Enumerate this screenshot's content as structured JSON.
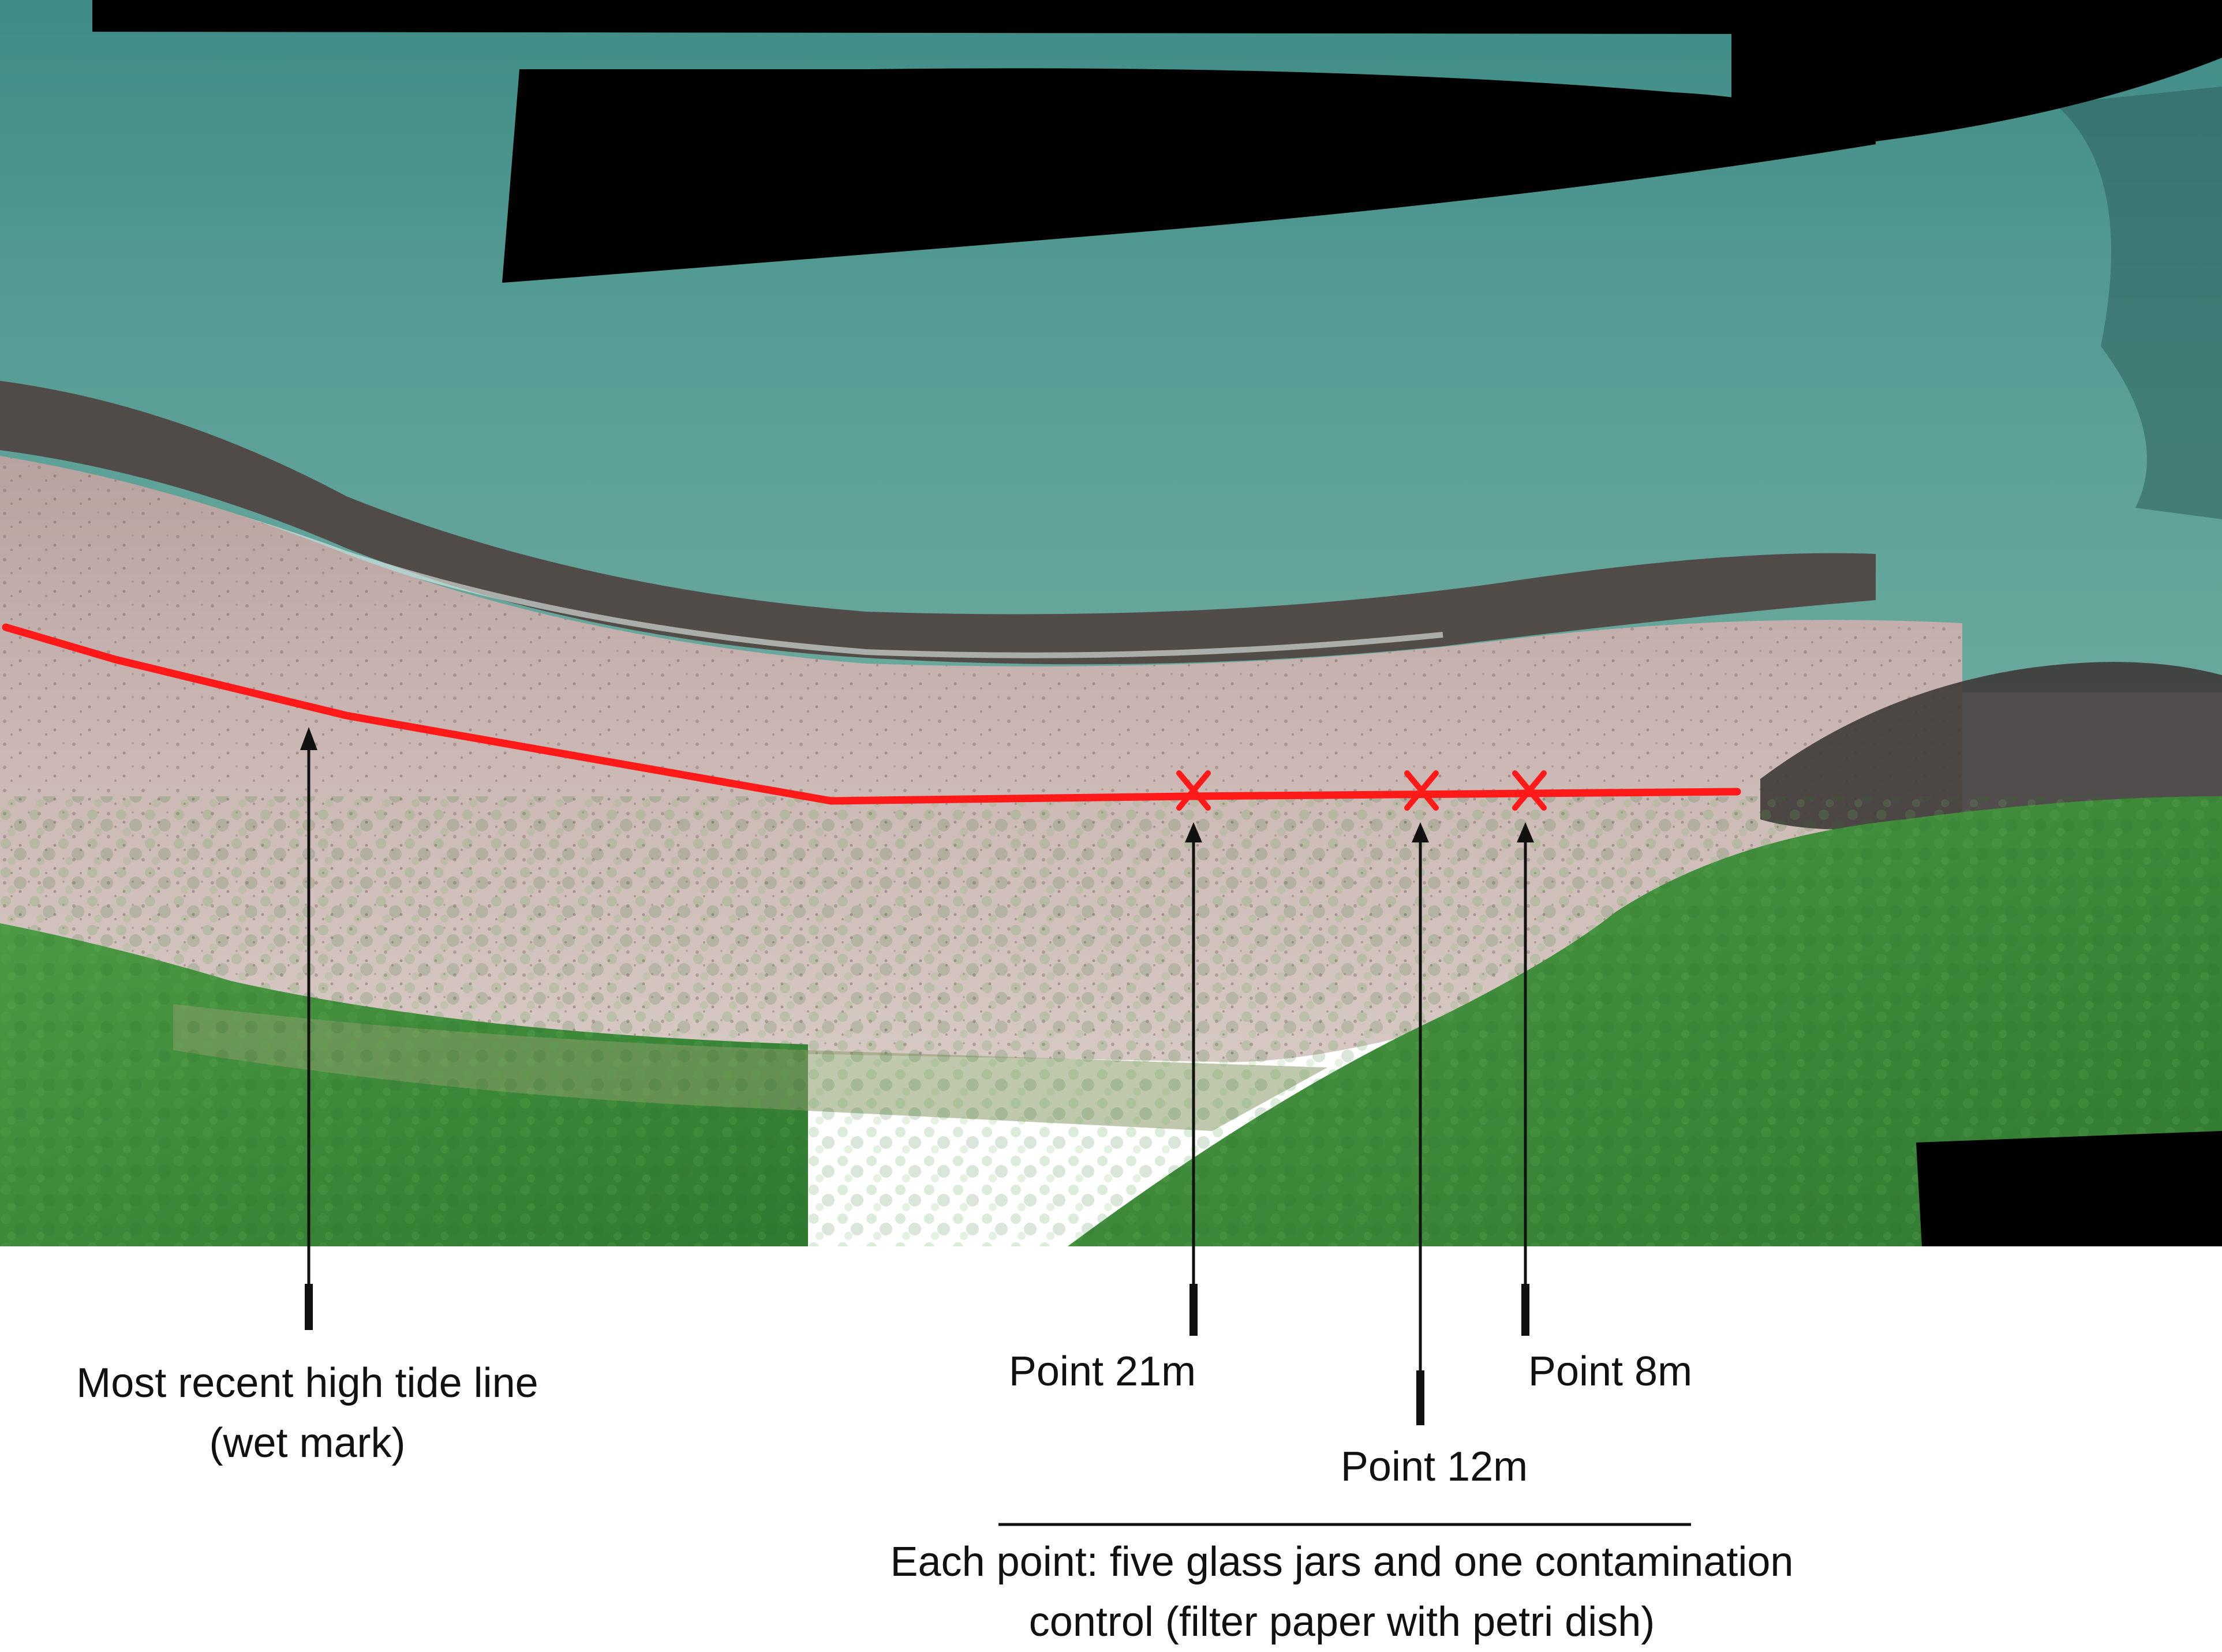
{
  "colors": {
    "sea": "#4f9993",
    "sea_deep": "#2f6e6a",
    "seaweed": "#4a3a36",
    "sand": "#cbb7b3",
    "vegetation": "#3d8a3a",
    "mask": "#000000",
    "tide_line": "#ff1a1a",
    "annotation": "#111111"
  },
  "annotations": {
    "high_tide": {
      "line1": "Most recent high tide line",
      "line2": "(wet mark)"
    },
    "point_21m": "Point 21m",
    "point_12m": "Point 12m",
    "point_8m": "Point 8m",
    "caption": {
      "line1": "Each point: five glass jars and one contamination",
      "line2": "control (filter paper with petri dish)"
    }
  },
  "markers": [
    {
      "name": "Point 21m",
      "symbol": "x"
    },
    {
      "name": "Point 12m",
      "symbol": "x"
    },
    {
      "name": "Point 8m",
      "symbol": "x"
    }
  ]
}
